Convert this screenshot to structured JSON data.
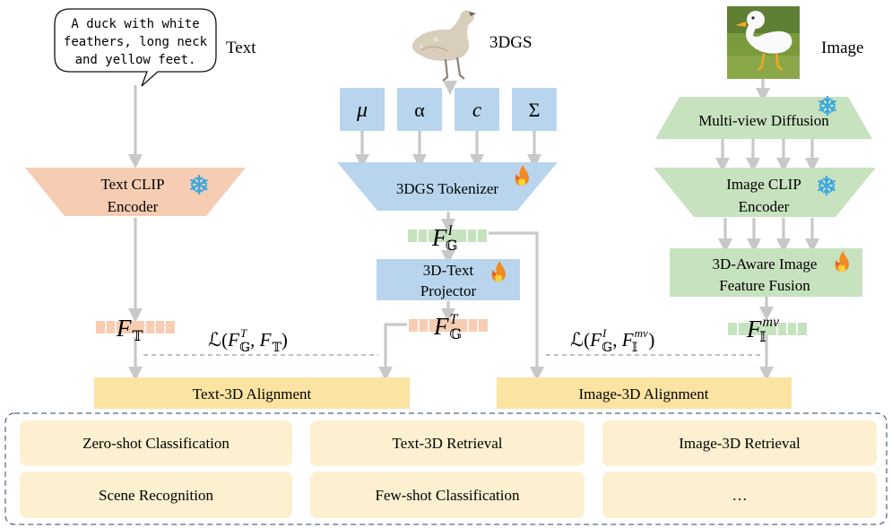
{
  "speech_bubble": {
    "line1": "A duck with white",
    "line2": "feathers, long neck",
    "line3": "and yellow feet."
  },
  "labels": {
    "text": "Text",
    "gs": "3DGS",
    "image": "Image"
  },
  "params": [
    "μ",
    "α",
    "c",
    "Σ"
  ],
  "encoders": {
    "text_clip_1": "Text CLIP",
    "text_clip_2": "Encoder",
    "tokenizer": "3DGS Tokenizer",
    "mv_diffusion": "Multi-view Diffusion",
    "image_clip_1": "Image CLIP",
    "image_clip_2": "Encoder",
    "projector_1": "3D-Text",
    "projector_2": "Projector",
    "fusion_1": "3D-Aware Image",
    "fusion_2": "Feature Fusion"
  },
  "features": {
    "f_text": {
      "base": "F",
      "sub": "𝕋",
      "sup": ""
    },
    "f_gs_img": {
      "base": "F",
      "sub": "𝔾",
      "sup": "I"
    },
    "f_gs_txt": {
      "base": "F",
      "sub": "𝔾",
      "sup": "T"
    },
    "f_img_mv": {
      "base": "F",
      "sub": "𝕀",
      "sup": "mv"
    }
  },
  "losses": {
    "text": {
      "pre": "ℒ(",
      "a": "F",
      "a_sup": "T",
      "a_sub": "𝔾",
      "mid": ", ",
      "b": "F",
      "b_sup": "",
      "b_sub": "𝕋",
      "post": ")"
    },
    "image": {
      "pre": "ℒ(",
      "a": "F",
      "a_sup": "I",
      "a_sub": "𝔾",
      "mid": ", ",
      "b": "F",
      "b_sup": "mv",
      "b_sub": "𝕀",
      "post": ")"
    }
  },
  "alignment": {
    "text3d": "Text-3D Alignment",
    "image3d": "Image-3D Alignment"
  },
  "tasks": {
    "zero_shot": "Zero-shot Classification",
    "text3d_retrieval": "Text-3D Retrieval",
    "image3d_retrieval": "Image-3D Retrieval",
    "scene": "Scene Recognition",
    "few_shot": "Few-shot Classification",
    "more": "…"
  },
  "colors": {
    "param_blue": "#b9d5ee",
    "orange": "#f6cdb2",
    "green": "#c7e2bf",
    "yellow": "#fbe3a2",
    "task_fill": "#fdf0d0",
    "arrow": "#c8c8c8",
    "snow": "#3aa6e0"
  },
  "icons": {
    "frozen": "snowflake-icon",
    "trainable": "flame-icon"
  }
}
